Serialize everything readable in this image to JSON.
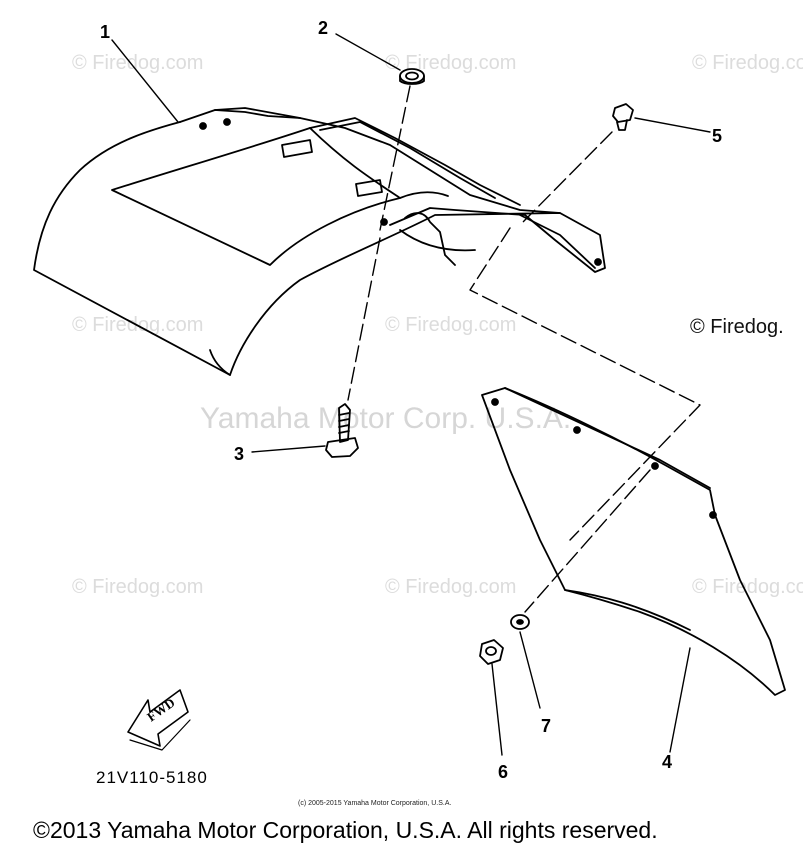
{
  "watermarks": {
    "firedog": "© Firedog.com",
    "firedog_cut": "© Firedog.",
    "yamaha": "Yamaha Motor Corp. U.S.A."
  },
  "callouts": [
    "1",
    "2",
    "3",
    "4",
    "5",
    "6",
    "7"
  ],
  "fwd_label": "FWD",
  "diagram_code": "21V110-5180",
  "small_copyright": "(c) 2005-2015 Yamaha Motor Corporation, U.S.A.",
  "footer_copyright": "©2013 Yamaha Motor Corporation, U.S.A. All rights reserved.",
  "colors": {
    "line": "#000000",
    "watermark": "#d9d9d9",
    "background": "#ffffff"
  }
}
